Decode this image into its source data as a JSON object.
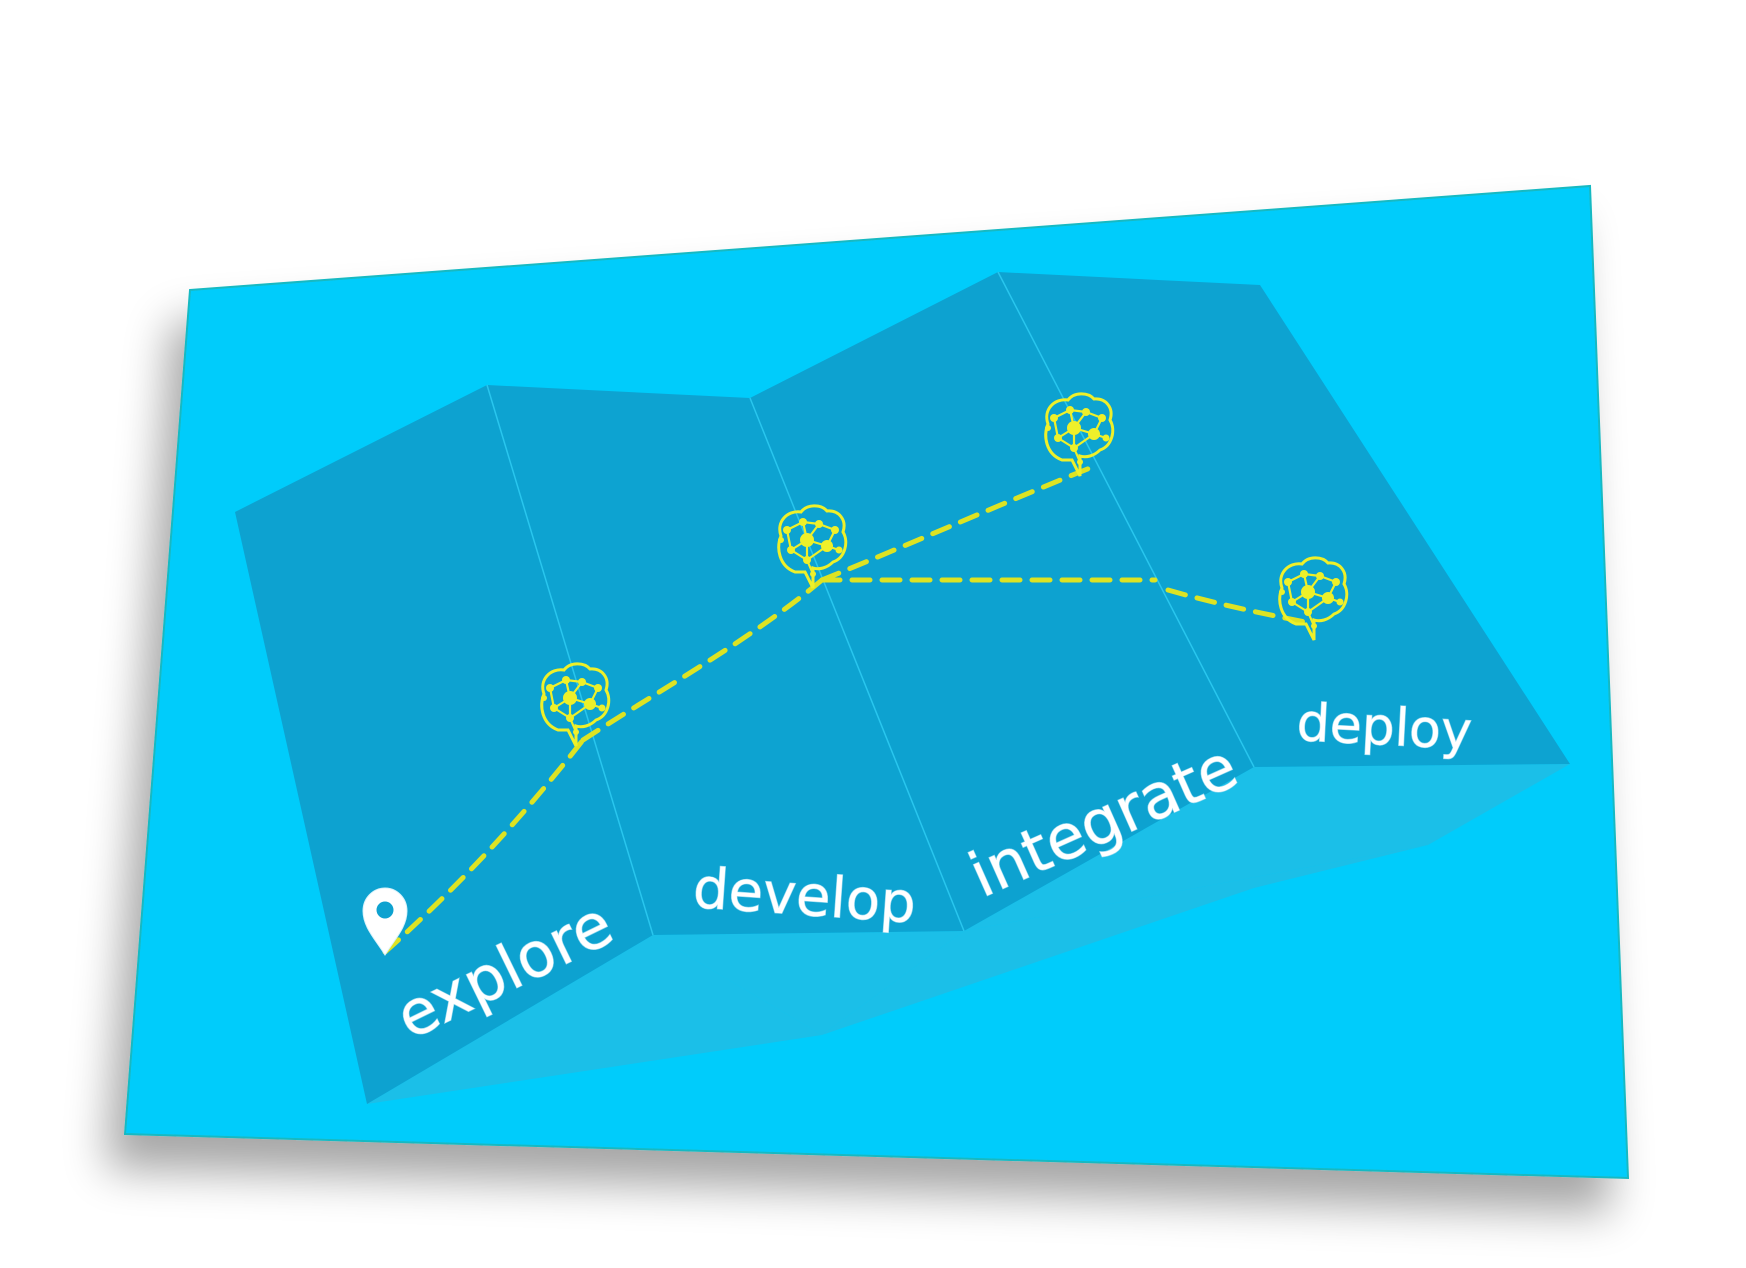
{
  "labels": {
    "explore": "explore",
    "develop": "develop",
    "integrate": "integrate",
    "deploy": "deploy"
  },
  "colors": {
    "background": "#ffffff",
    "sheet": "#05ccfb",
    "panel_top": "#0da2d0",
    "panel_side": "#1bbfe8",
    "path": "#dde323",
    "brain_icon": "#eef02a",
    "location_pin": "#ffffff",
    "label": "#ffffff"
  },
  "icons": [
    "location-pin-icon",
    "brain-network-icon"
  ]
}
